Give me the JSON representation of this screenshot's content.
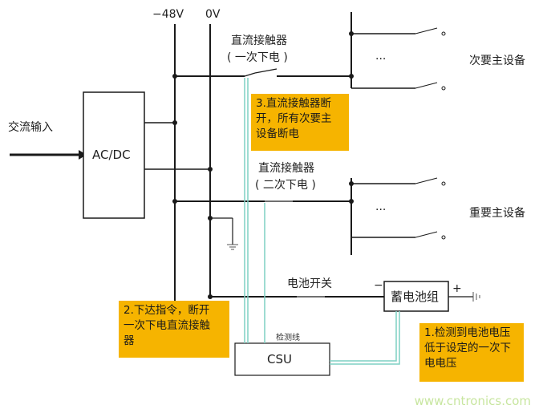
{
  "labels": {
    "neg48v": "−48V",
    "zero_v": "0V",
    "ac_input": "交流输入",
    "acdc": "AC/DC",
    "contactor1_title": "直流接触器",
    "contactor1_sub": "( 一次下电 )",
    "contactor2_title": "直流接触器",
    "contactor2_sub": "( 二次下电 )",
    "secondary_equipment": "次要主设备",
    "primary_equipment": "重要主设备",
    "ellipsis_top": "···",
    "ellipsis_bottom": "···",
    "battery_switch": "电池开关",
    "battery_pack": "蓄电池组",
    "minus": "−",
    "plus": "+",
    "detection_line": "检测线",
    "csu": "CSU",
    "watermark": "www.cntronics.com"
  },
  "notes": {
    "step1": "1.检测到电池电压\n低于设定的一次下\n电电压",
    "step2": "2.下达指令，断开\n一次下电直流接触\n器",
    "step3": "3.直流接触器断\n开，所有次要主\n设备断电"
  },
  "colors": {
    "note_bg": "#f6b400",
    "wire": "#1a1a1a",
    "signal": "#7fd0c4"
  }
}
